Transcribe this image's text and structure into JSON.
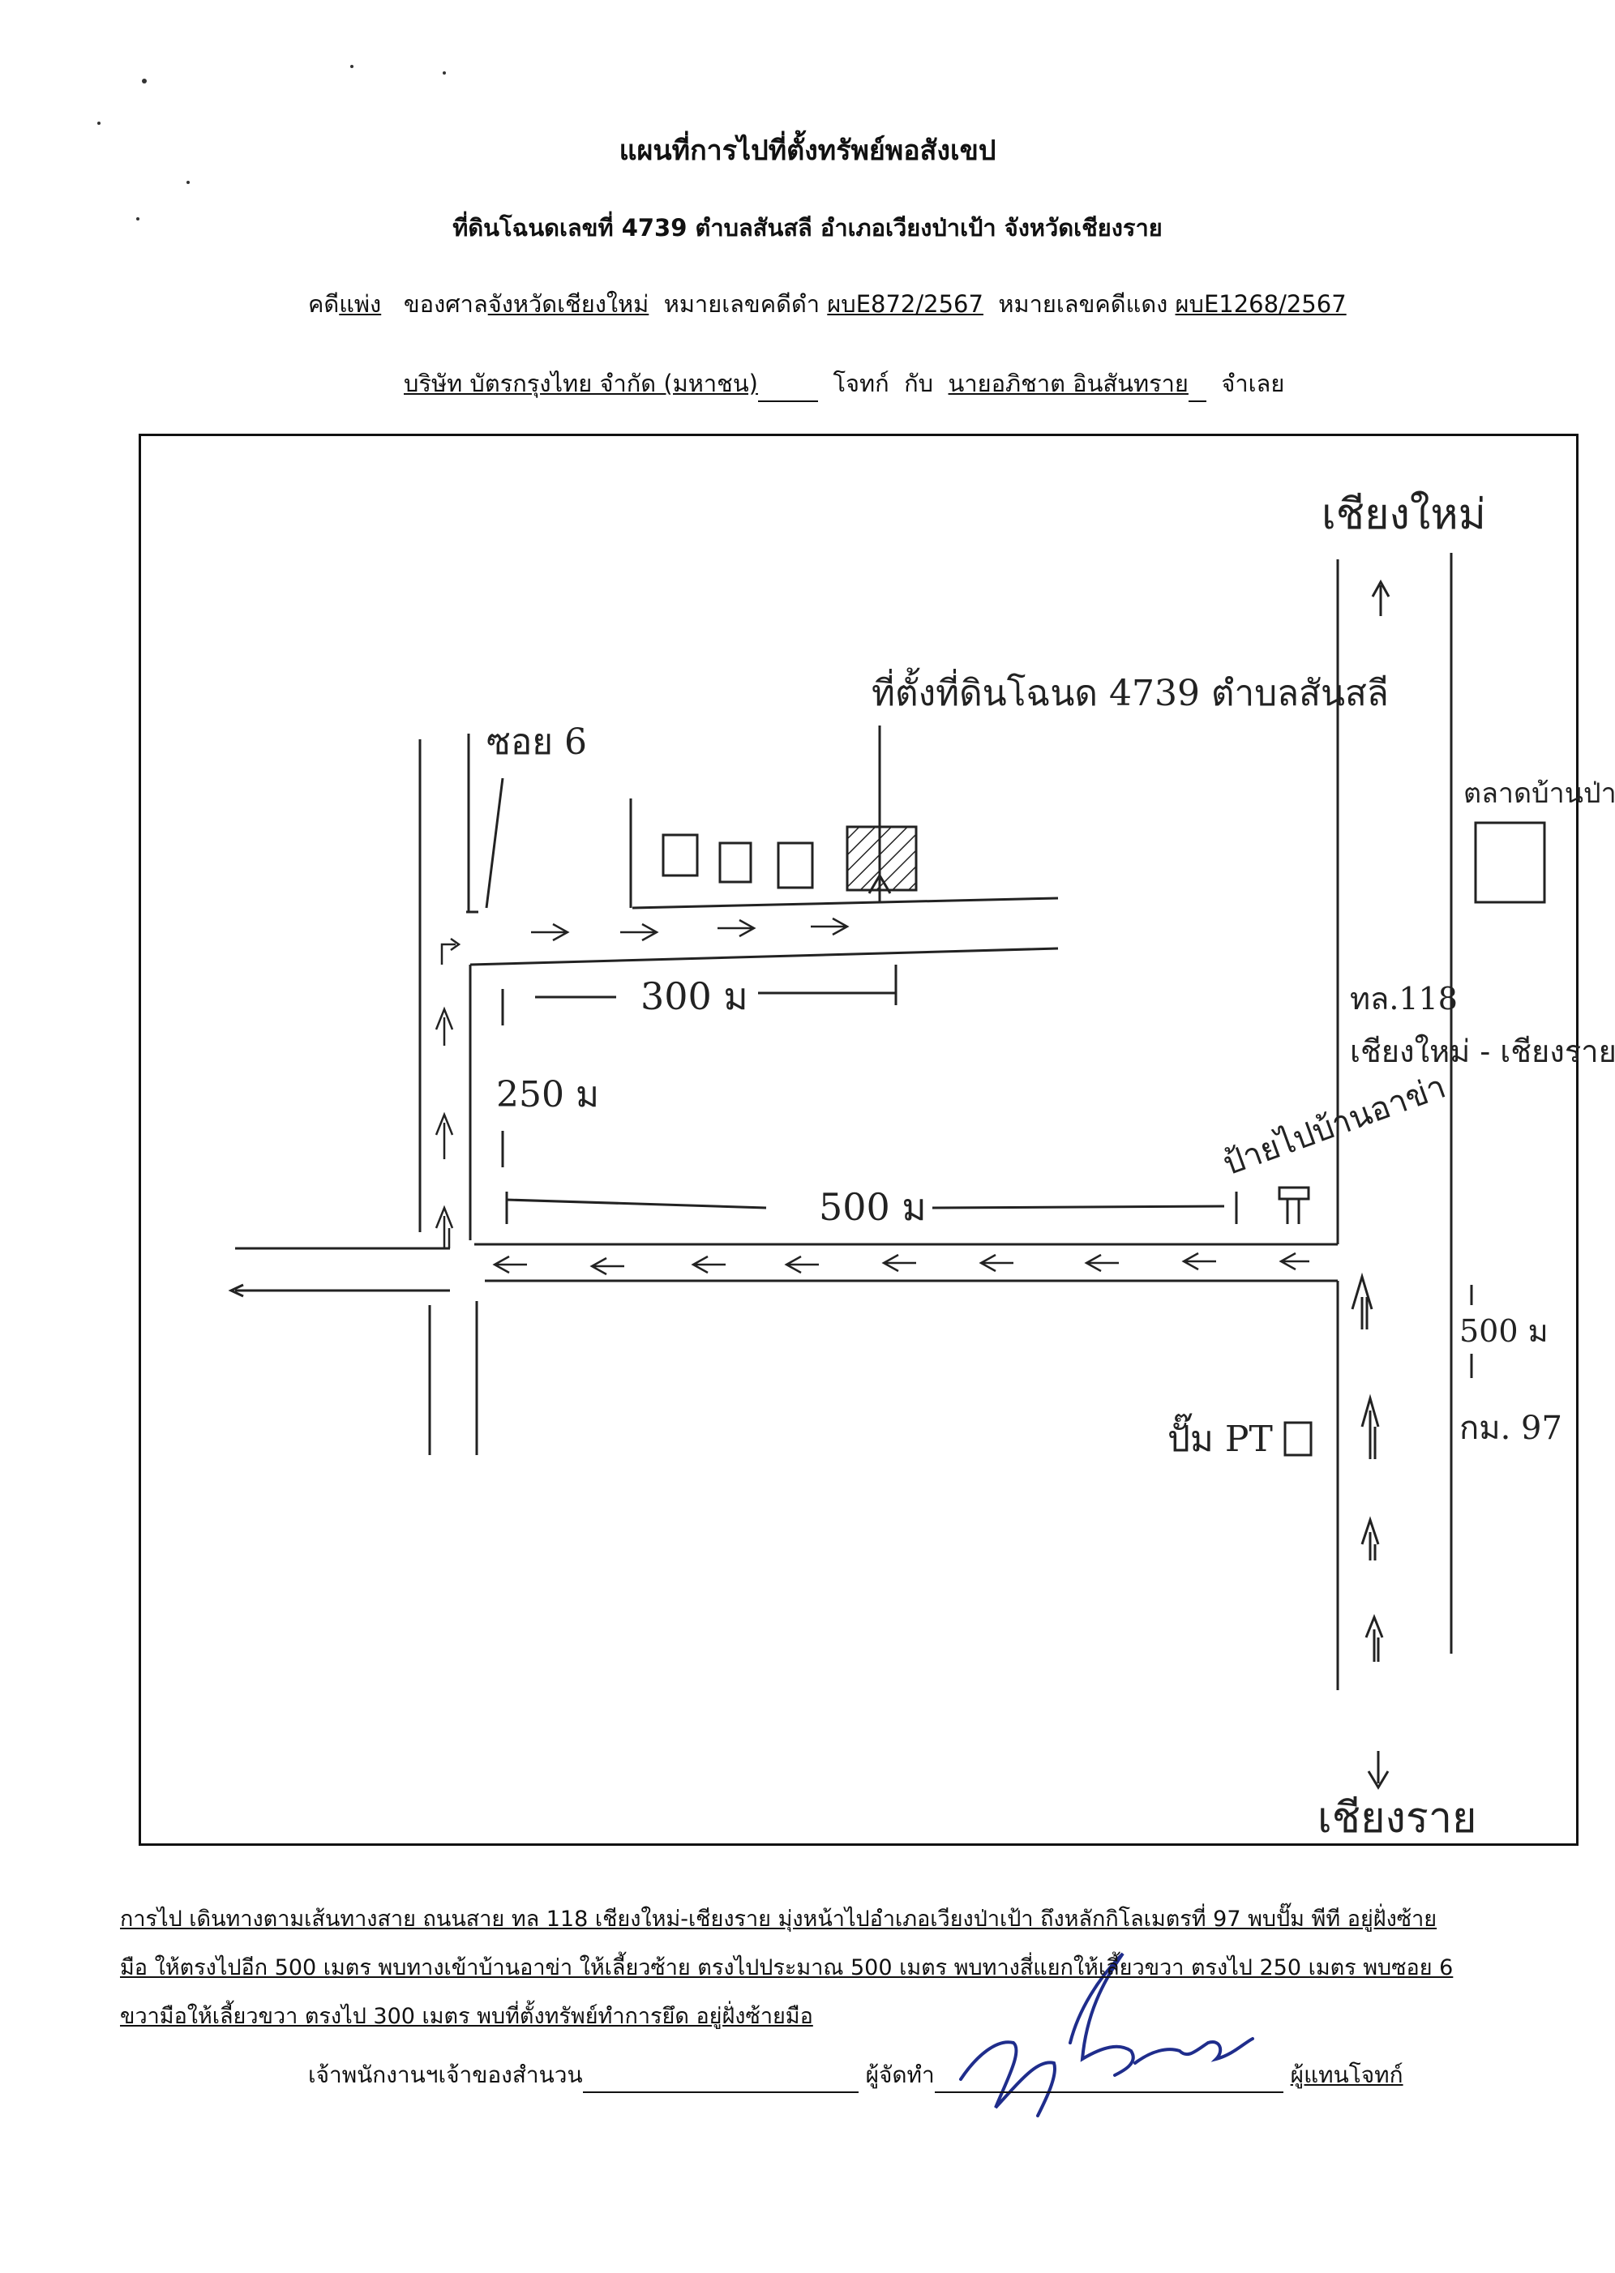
{
  "header": {
    "title": "แผนที่การไปที่ตั้งทรัพย์พอสังเขป",
    "subtitle": "ที่ดินโฉนดเลขที่ 4739  ตำบลสันสลี  อำเภอเวียงป่าเป้า  จังหวัดเชียงราย"
  },
  "case": {
    "prefix": "คดี",
    "type": "แพ่ง",
    "court_prefix": "ของศาล",
    "court": "จังหวัดเชียงใหม่",
    "black_label": "หมายเลขคดีดำ",
    "black_no": "ผบE872/2567",
    "red_label": "หมายเลขคดีแดง",
    "red_no": "ผบE1268/2567"
  },
  "parties": {
    "plaintiff": "บริษัท บัตรกรุงไทย จำกัด (มหาชน)",
    "plaintiff_role": "โจทก์",
    "connector": "กับ",
    "defendant": "นายอภิชาต อินสันทราย",
    "defendant_role": "จำเลย"
  },
  "map": {
    "labels": {
      "north_city": "เชียงใหม่",
      "south_city": "เชียงราย",
      "property": "ที่ตั้งที่ดินโฉนด 4739 ตำบลสันสลี",
      "soi": "ซอย 6",
      "market": "ตลาดบ้านป่าเป้า",
      "highway": "ทล.118",
      "highway_route": "เชียงใหม่ - เชียงราย",
      "turnoff": "ป้ายไปบ้านอาข่า",
      "dist_300": "300 ม",
      "dist_250": "250 ม",
      "dist_500_road": "500 ม",
      "dist_500_hw": "500 ม",
      "km_marker": "กม. 97",
      "gas_station": "ปั๊ม PT"
    }
  },
  "directions": {
    "lines": [
      "การไป เดินทางตามเส้นทางสาย ถนนสาย ทล 118 เชียงใหม่-เชียงราย มุ่งหน้าไปอำเภอเวียงป่าเป้า ถึงหลักกิโลเมตรที่ 97  พบปั๊ม พีที อยู่ฝั่งซ้าย",
      "มือ ให้ตรงไปอีก 500 เมตร พบทางเข้าบ้านอาข่า ให้เลี้ยวซ้าย ตรงไปประมาณ 500 เมตร พบทางสี่แยกให้เลี้ยวขวา ตรงไป 250 เมตร พบซอย 6",
      "ขวามือให้เลี้ยวขวา ตรงไป 300 เมตร พบที่ตั้งทรัพย์ทำการยึด อยู่ฝั่งซ้ายมือ"
    ]
  },
  "signatures": {
    "officer": "เจ้าพนักงานฯเจ้าของสำนวน",
    "preparer": "ผู้จัดทำ",
    "plaintiff_rep": "ผู้แทนโจทก์"
  }
}
